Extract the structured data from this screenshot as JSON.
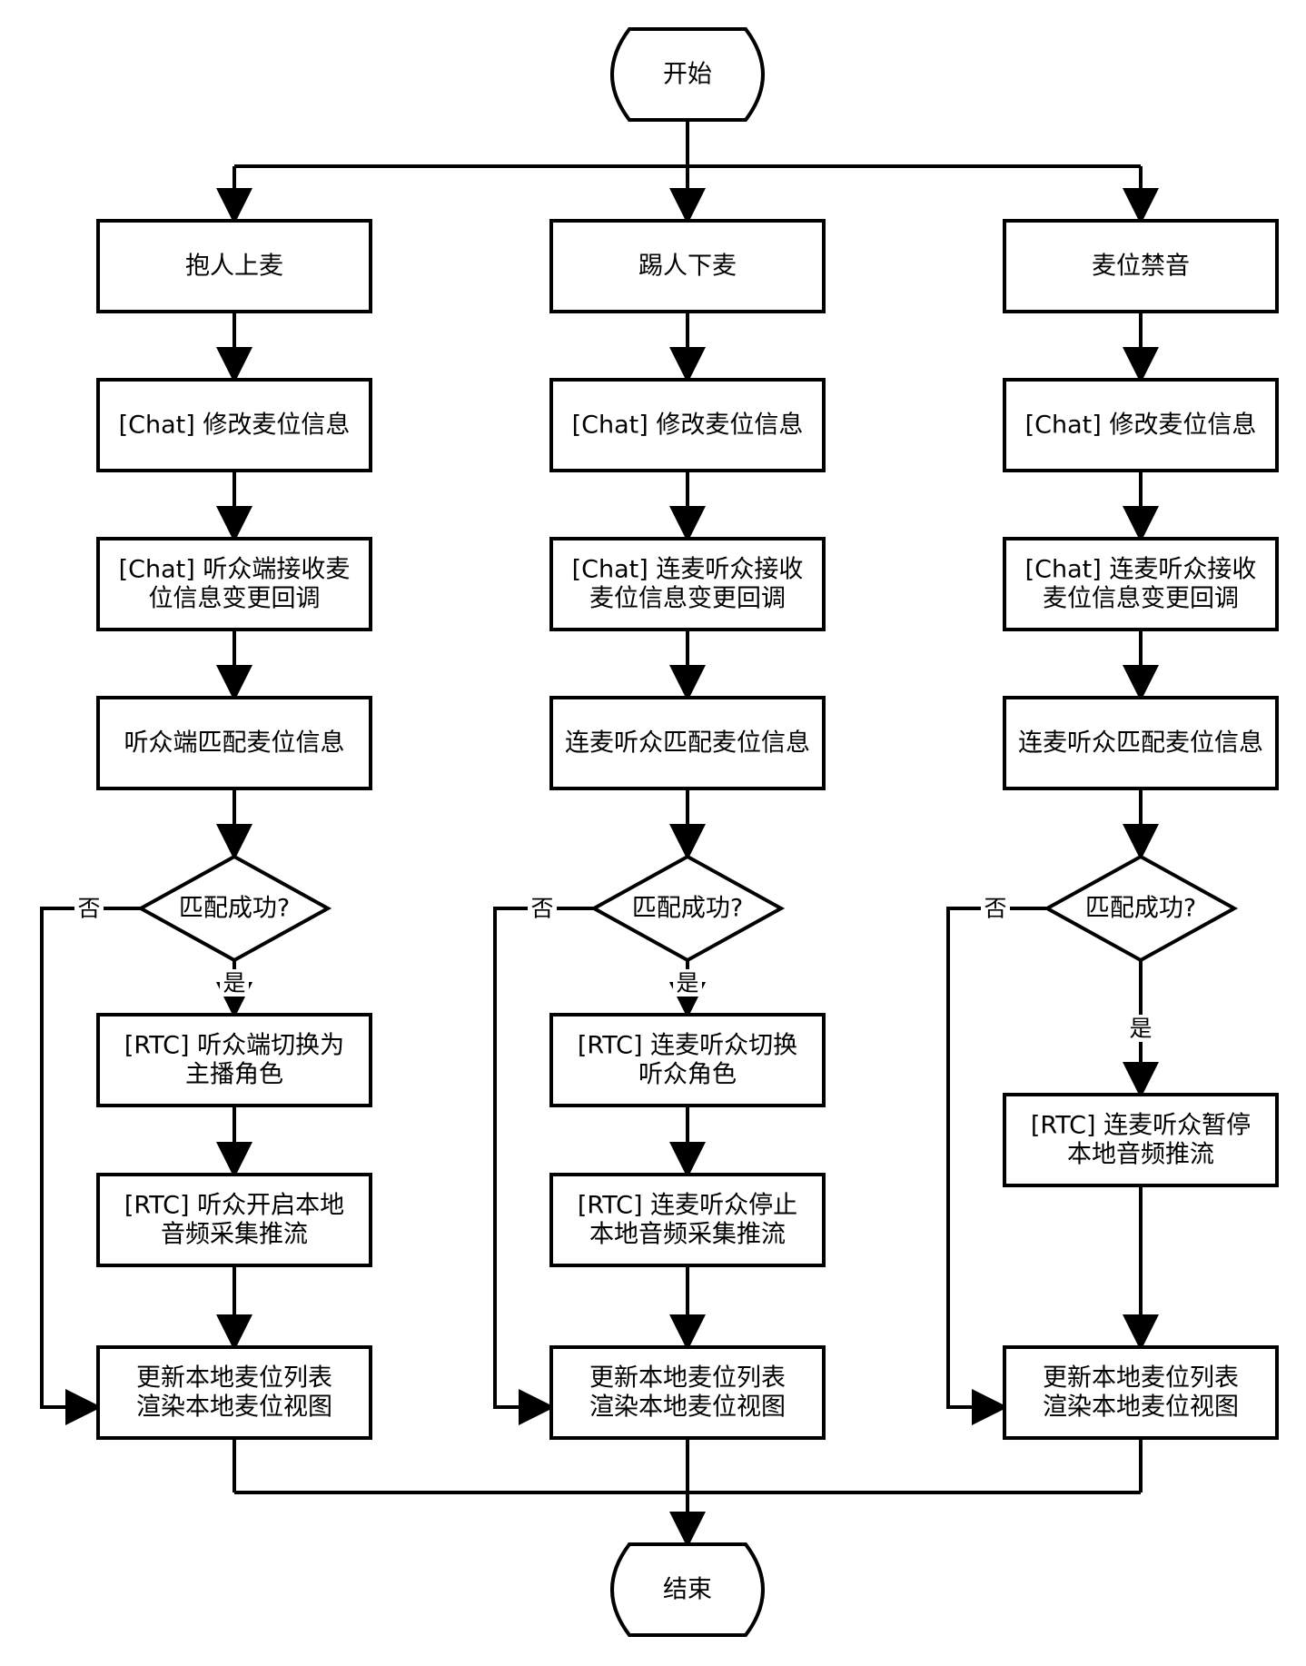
{
  "start": "开始",
  "end": "结束",
  "columns": [
    {
      "title": "抱人上麦",
      "step1": "[Chat] 修改麦位信息",
      "step2": [
        "[Chat] 听众端接收麦",
        "位信息变更回调"
      ],
      "step3": "听众端匹配麦位信息",
      "decision": "匹配成功?",
      "no_label": "否",
      "yes_label": "是",
      "actions": [
        [
          "[RTC] 听众端切换为",
          "主播角色"
        ],
        [
          "[RTC] 听众开启本地",
          "音频采集推流"
        ]
      ],
      "final": [
        "更新本地麦位列表",
        "渲染本地麦位视图"
      ]
    },
    {
      "title": "踢人下麦",
      "step1": "[Chat] 修改麦位信息",
      "step2": [
        "[Chat] 连麦听众接收",
        "麦位信息变更回调"
      ],
      "step3": "连麦听众匹配麦位信息",
      "decision": "匹配成功?",
      "no_label": "否",
      "yes_label": "是",
      "actions": [
        [
          "[RTC] 连麦听众切换",
          "听众角色"
        ],
        [
          "[RTC] 连麦听众停止",
          "本地音频采集推流"
        ]
      ],
      "final": [
        "更新本地麦位列表",
        "渲染本地麦位视图"
      ]
    },
    {
      "title": "麦位禁音",
      "step1": "[Chat] 修改麦位信息",
      "step2": [
        "[Chat] 连麦听众接收",
        "麦位信息变更回调"
      ],
      "step3": "连麦听众匹配麦位信息",
      "decision": "匹配成功?",
      "no_label": "否",
      "yes_label": "是",
      "actions": [
        [
          "[RTC] 连麦听众暂停",
          "本地音频推流"
        ]
      ],
      "final": [
        "更新本地麦位列表",
        "渲染本地麦位视图"
      ]
    }
  ]
}
